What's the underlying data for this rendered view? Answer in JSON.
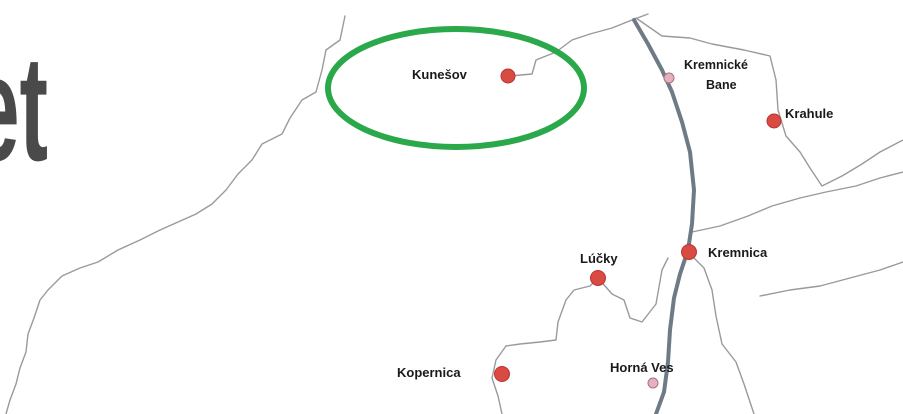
{
  "map": {
    "background_color": "#ffffff",
    "clipped_title_fragment": "et",
    "highlight": {
      "target": "Kunešov",
      "shape": "ellipse",
      "color": "#2aa84a"
    },
    "marker_colors": {
      "town": "#d94a43",
      "small": "#e6b0c0"
    },
    "places": [
      {
        "id": "kunesov",
        "name": "Kunešov",
        "kind": "town"
      },
      {
        "id": "kremnicke-bane",
        "name_line1": "Kremnické",
        "name_line2": "Bane",
        "kind": "small"
      },
      {
        "id": "krahule",
        "name": "Krahule",
        "kind": "town"
      },
      {
        "id": "kremnica",
        "name": "Kremnica",
        "kind": "town"
      },
      {
        "id": "lucky",
        "name": "Lúčky",
        "kind": "town"
      },
      {
        "id": "kopernica",
        "name": "Kopernica",
        "kind": "town"
      },
      {
        "id": "horna-ves",
        "name": "Horná Ves",
        "kind": "small"
      }
    ]
  }
}
